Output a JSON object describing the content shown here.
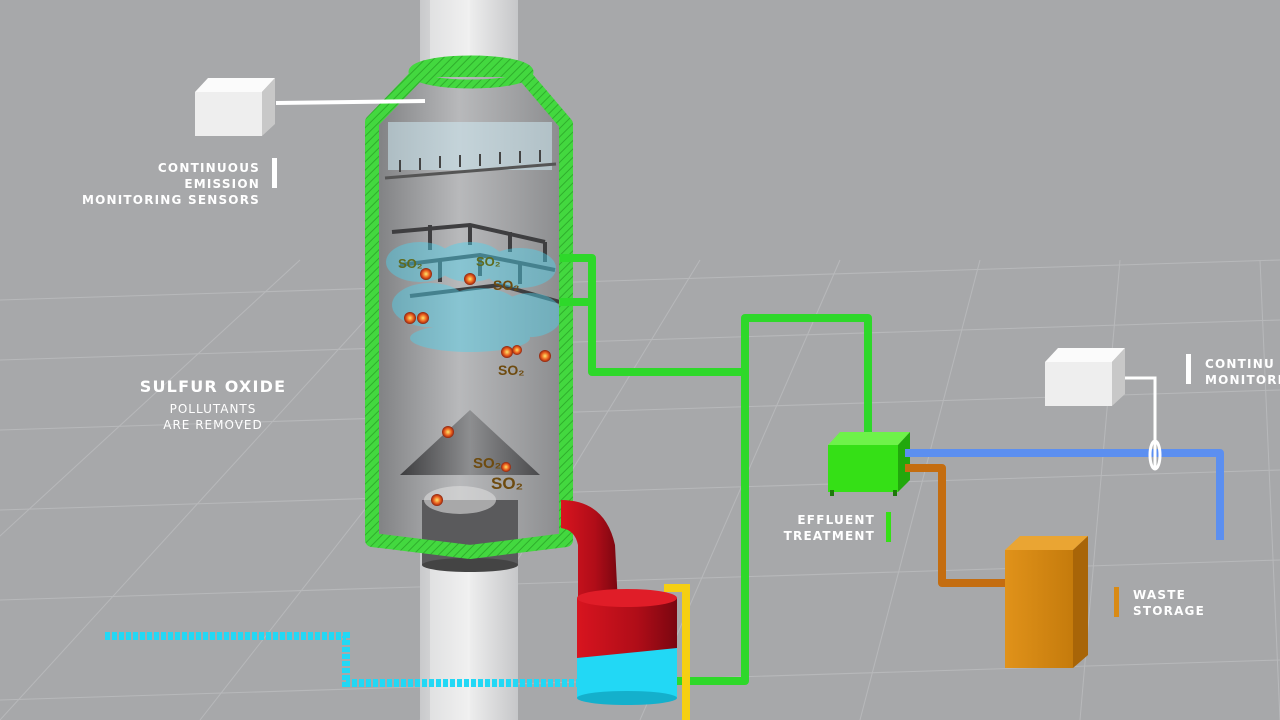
{
  "labels": {
    "cems_top": [
      "CONTINUOUS EMISSION",
      "MONITORING SENSORS"
    ],
    "cems_right": [
      "CONTINU",
      "MONITORI"
    ],
    "sulfur_title": "SULFUR OXIDE",
    "sulfur_sub": [
      "POLLUTANTS",
      "ARE REMOVED"
    ],
    "effluent": [
      "EFFLUENT",
      "TREATMENT"
    ],
    "waste": [
      "WASTE",
      "STORAGE"
    ]
  },
  "so2_label": "SO₂",
  "colors": {
    "background": "#a7a8aa",
    "scrubber_green": "#3fd93b",
    "effluent_green": "#35e016",
    "water_cyan": "#22d8f5",
    "blue_pipe": "#5c8ff0",
    "waste_orange": "#d98a14",
    "pipe_orange": "#c46d10",
    "yellow_pipe": "#f5cf12",
    "red_tank": "#c4101c",
    "monitor_box": "#ececec"
  }
}
